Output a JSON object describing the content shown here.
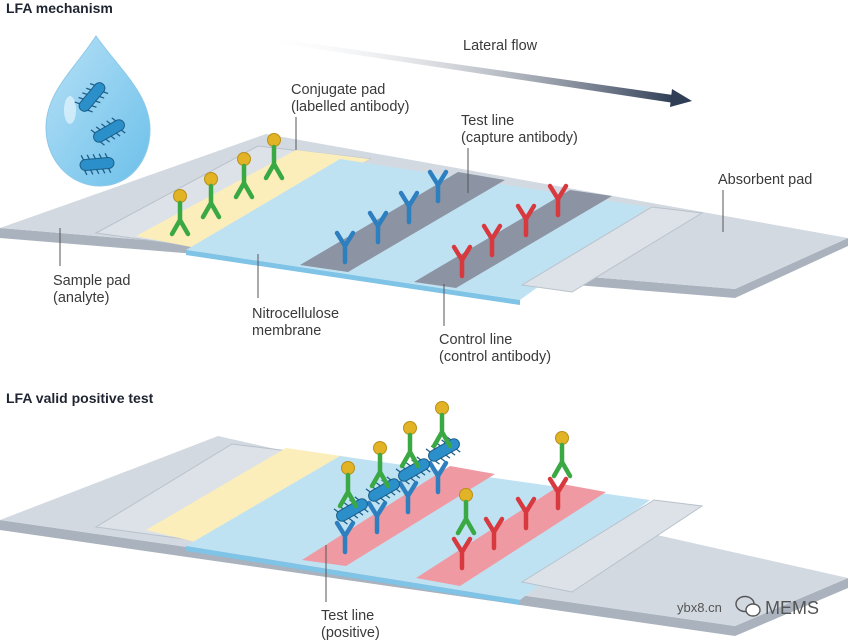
{
  "sections": {
    "mechanism_title": "LFA mechanism",
    "positive_title": "LFA valid positive test"
  },
  "labels": {
    "lateral_flow": "Lateral flow",
    "conjugate_pad": [
      "Conjugate pad",
      "(labelled antibody)"
    ],
    "test_line": [
      "Test line",
      "(capture antibody)"
    ],
    "absorbent_pad": "Absorbent pad",
    "sample_pad": [
      "Sample pad",
      "(analyte)"
    ],
    "nitrocellulose": [
      "Nitrocellulose",
      "membrane"
    ],
    "control_line": [
      "Control line",
      "(control antibody)"
    ],
    "test_line_positive": [
      "Test line",
      "(positive)"
    ]
  },
  "watermark": {
    "site": "ybx8.cn",
    "brand": "MEMS"
  },
  "colors": {
    "strip_top": "#d3d9e1",
    "strip_side": "#a9b2bd",
    "sample_pad": "#dde2e8",
    "conjugate_pad": "#fbeebb",
    "membrane": "#bfe2f3",
    "test_line_neg": "#8c93a2",
    "control_line_neg": "#8c93a2",
    "test_line_pos": "#ef9aa3",
    "control_line_pos": "#ef9aa3",
    "absorbent_pad": "#dde2e8",
    "label_antibody": "#3aa843",
    "gold_particle": "#e2b324",
    "capture_antibody": "#2e7fbf",
    "control_antibody": "#d8393f",
    "bacteria": "#2b8fc9",
    "arrow": "#2f3d55",
    "text": "#3a3a3a"
  }
}
